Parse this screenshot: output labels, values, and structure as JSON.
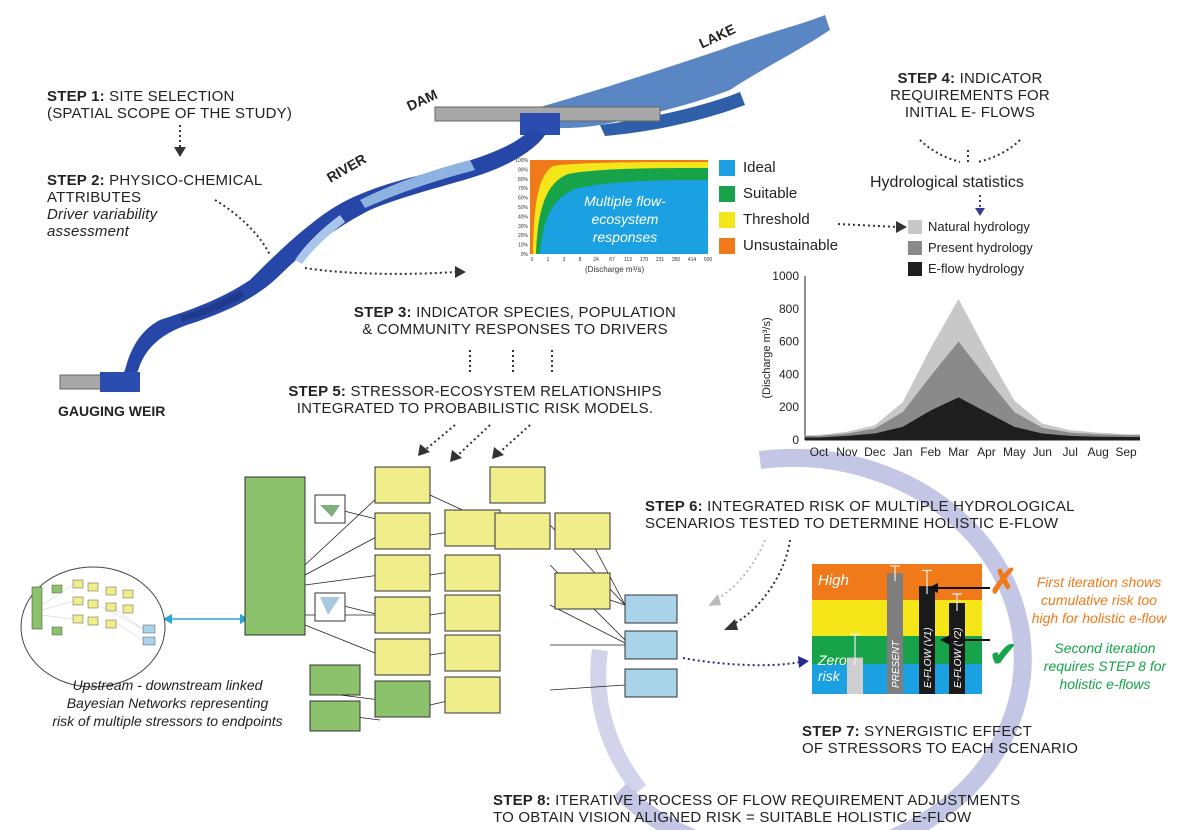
{
  "steps": {
    "step1": {
      "num": "STEP 1:",
      "text": " SITE SELECTION",
      "line2": "(SPATIAL SCOPE OF THE STUDY)"
    },
    "step2": {
      "num": "STEP 2:",
      "text": " PHYSICO-CHEMICAL",
      "line2": "ATTRIBUTES",
      "line3": "Driver variability",
      "line4": "assessment"
    },
    "step3": {
      "num": "STEP 3:",
      "text": " INDICATOR SPECIES, POPULATION",
      "line2": "& COMMUNITY RESPONSES TO DRIVERS"
    },
    "step4": {
      "num": "STEP 4:",
      "text": " INDICATOR",
      "line2": "REQUIREMENTS FOR",
      "line3": "INITIAL E- FLOWS"
    },
    "step5": {
      "num": "STEP 5:",
      "text": " STRESSOR-ECOSYSTEM RELATIONSHIPS",
      "line2": "INTEGRATED TO PROBABILISTIC RISK MODELS."
    },
    "step6": {
      "num": "STEP 6:",
      "text": " INTEGRATED RISK OF MULTIPLE HYDROLOGICAL",
      "line2": "SCENARIOS TESTED TO DETERMINE HOLISTIC E-FLOW"
    },
    "step7": {
      "num": "STEP 7:",
      "text": " SYNERGISTIC EFFECT",
      "line2": "OF STRESSORS TO EACH SCENARIO"
    },
    "step8": {
      "num": "STEP 8:",
      "text": " ITERATIVE PROCESS OF FLOW REQUIREMENT ADJUSTMENTS",
      "line2": "TO OBTAIN VISION ALIGNED RISK = SUITABLE HOLISTIC E-FLOW"
    }
  },
  "map_labels": {
    "lake": "LAKE",
    "dam": "DAM",
    "river": "RIVER",
    "weir": "GAUGING WEIR"
  },
  "hydro_stats_label": "Hydrological statistics",
  "bn_caption": [
    "Upstream - downstream linked",
    "Bayesian Networks representing",
    "risk of multiple stressors to endpoints"
  ],
  "response_chart": {
    "center_text": [
      "Multiple flow-",
      "ecosystem",
      "responses"
    ],
    "xlabel": "(Discharge m³/s)",
    "xticks": [
      "0",
      "1",
      "3",
      "8",
      "24",
      "67",
      "113",
      "170",
      "231",
      "350",
      "414",
      "500"
    ],
    "yticks": [
      "0%",
      "10%",
      "20%",
      "30%",
      "40%",
      "50%",
      "60%",
      "70%",
      "80%",
      "90%",
      "100%"
    ],
    "legend": [
      {
        "label": "Ideal",
        "color": "#1ba1e2"
      },
      {
        "label": "Suitable",
        "color": "#16a34a"
      },
      {
        "label": "Threshold",
        "color": "#f5e61a"
      },
      {
        "label": "Unsustainable",
        "color": "#f07a1a"
      }
    ]
  },
  "hydro_legend": [
    {
      "label": "Natural hydrology",
      "color": "#c8c8c8"
    },
    {
      "label": "Present hydrology",
      "color": "#8a8a8a"
    },
    {
      "label": "E-flow hydrology",
      "color": "#1e1e1e"
    }
  ],
  "chart_data": {
    "type": "area",
    "categories": [
      "Oct",
      "Nov",
      "Dec",
      "Jan",
      "Feb",
      "Mar",
      "Apr",
      "May",
      "Jun",
      "Jul",
      "Aug",
      "Sep"
    ],
    "ylabel": "(Discharge m³/s)",
    "ylim": [
      0,
      1000
    ],
    "yticks": [
      "0",
      "200",
      "400",
      "600",
      "800",
      "1000"
    ],
    "series": [
      {
        "name": "Natural hydrology",
        "values": [
          30,
          50,
          90,
          230,
          560,
          860,
          540,
          240,
          100,
          60,
          45,
          35
        ]
      },
      {
        "name": "Present hydrology",
        "values": [
          25,
          40,
          70,
          170,
          390,
          600,
          380,
          170,
          75,
          45,
          35,
          30
        ]
      },
      {
        "name": "E-flow hydrology",
        "values": [
          15,
          25,
          40,
          80,
          180,
          260,
          170,
          80,
          40,
          25,
          20,
          18
        ]
      }
    ]
  },
  "risk_chart": {
    "high": "High",
    "zero": [
      "Zero",
      "risk"
    ],
    "bars": [
      {
        "label": "",
        "value": 0.28,
        "err": 0.18,
        "color": "#cfcfcf"
      },
      {
        "label": "PRESENT",
        "value": 0.93,
        "err": 0.12,
        "color": "#7e7e7e"
      },
      {
        "label": "E-FLOW (V1)",
        "value": 0.83,
        "err": 0.12,
        "color": "#1a1a1a"
      },
      {
        "label": "E-FLOW (V2)",
        "value": 0.7,
        "err": 0.07,
        "color": "#1a1a1a"
      }
    ]
  },
  "annotations": {
    "first": [
      "First iteration shows",
      "cumulative risk too",
      "high for holistic e-flow"
    ],
    "second": [
      "Second iteration",
      "requires STEP 8 for",
      "holistic e-flows"
    ],
    "first_color": "#f07a1a",
    "second_color": "#16a34a"
  }
}
